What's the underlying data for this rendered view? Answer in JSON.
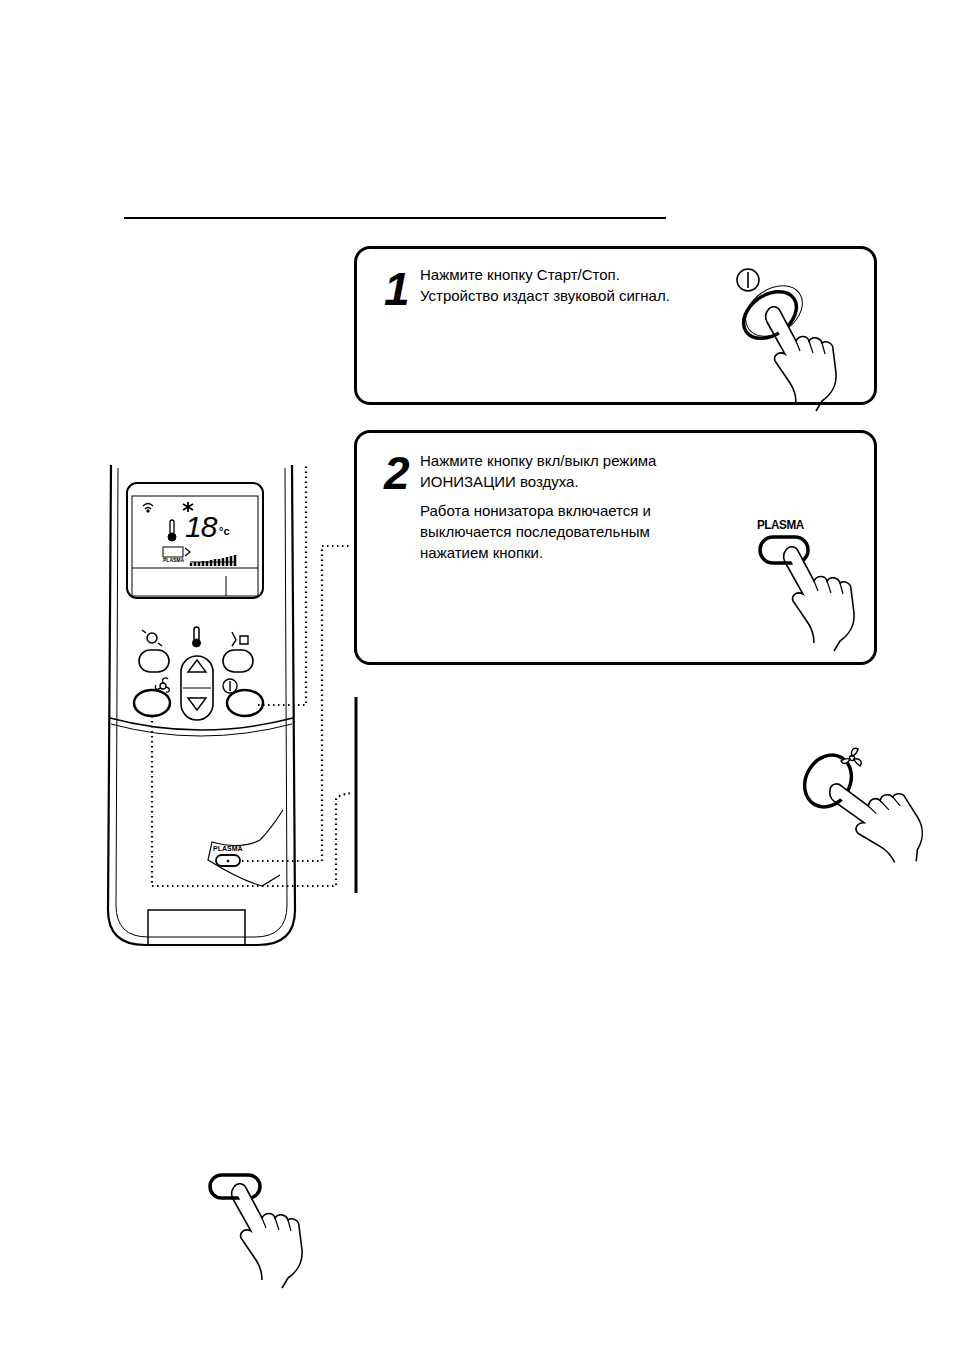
{
  "diagram": {
    "nodes": [
      {
        "text": [
          "1",
          "Нажмите кнопку Старт/Стоп. Устройство издаст звуковой сигнал."
        ]
      },
      {
        "text": [
          "2",
          "Нажмите кнопку вкл/выкл режима ИОНИЗАЦИИ воздуха.",
          "Работа нонизатора включается и выключается последовательным нажатием кнопки.",
          "PLASMA"
        ]
      }
    ],
    "labels": [
      "18",
      "°c",
      "PLASMA",
      "PLASMA"
    ]
  }
}
